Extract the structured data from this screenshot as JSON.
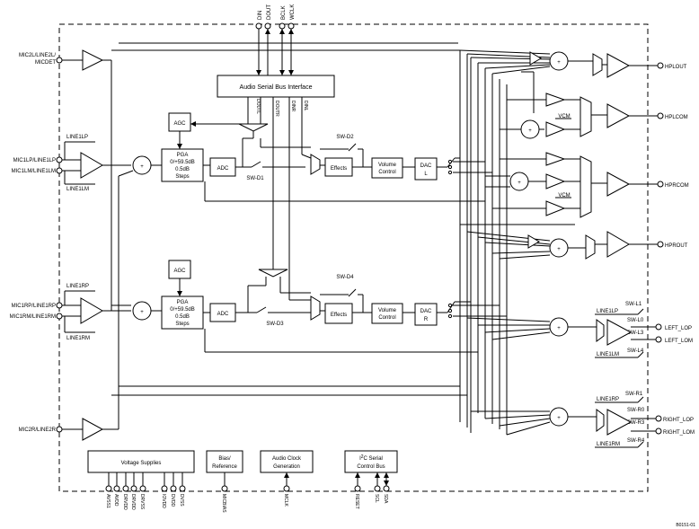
{
  "top_pins": {
    "din": "DIN",
    "dout": "DOUT",
    "bclk": "BCLK",
    "wclk": "WCLK"
  },
  "inputs": {
    "mic2l": [
      "MIC2L/LINE2L/",
      "MICDET"
    ],
    "line1lp_tap": "LINE1LP",
    "mic1lp": "MIC1LP/LINE1LP",
    "mic1lm": "MIC1LM/LINE1LM",
    "line1lm_tap": "LINE1LM",
    "line1rp_tap": "LINE1RP",
    "mic1rp": "MIC1RP/LINE1RP",
    "mic1rm": "MIC1RM/LINE1RM",
    "line1rm_tap": "LINE1RM",
    "mic2r": "MIC2R/LINE2R"
  },
  "blocks": {
    "asbi": "Audio Serial Bus Interface",
    "agc": "AGC",
    "pga": [
      "PGA",
      "0/+59.5dB",
      "0.5dB",
      "Steps"
    ],
    "adc": "ADC",
    "effects": "Effects",
    "volume": [
      "Volume",
      "Control"
    ],
    "dac_l": [
      "DAC",
      "L"
    ],
    "dac_r": [
      "DAC",
      "R"
    ],
    "voltage": "Voltage Supplies",
    "bias": [
      "Bias/",
      "Reference"
    ],
    "clock": [
      "Audio Clock",
      "Generation"
    ],
    "i2c": [
      "I",
      "2",
      "C Serial",
      "Control Bus"
    ]
  },
  "signals": {
    "doutl": "DOUTL",
    "doutr": "DOUTR",
    "dinr": "DINR",
    "dinl": "DINL"
  },
  "switches": {
    "sw_d1": "SW-D1",
    "sw_d2": "SW-D2",
    "sw_d3": "SW-D3",
    "sw_d4": "SW-D4"
  },
  "vcm": "VCM",
  "outputs": {
    "hplout": "HPLOUT",
    "hplcom": "HPLCOM",
    "hprcom": "HPRCOM",
    "hprout": "HPROUT",
    "left_lop": "LEFT_LOP",
    "left_lom": "LEFT_LOM",
    "right_lop": "RIGHT_LOP",
    "right_lom": "RIGHT_LOM"
  },
  "line_out_left": {
    "in_p": "LINE1LP",
    "in_m": "LINE1LM",
    "sw": [
      "SW-L1",
      "SW-L0",
      "SW-L3",
      "SW-L4"
    ]
  },
  "line_out_right": {
    "in_p": "LINE1RP",
    "in_m": "LINE1RM",
    "sw": [
      "SW-R1",
      "SW-R0",
      "SW-R3",
      "SW-R4"
    ]
  },
  "bottom_pins": {
    "supplies": [
      "AVSS1",
      "AVDD",
      "DRVDD",
      "DRVDD",
      "DRVSS",
      "IOVDD",
      "DVDD",
      "DVSS"
    ],
    "micbias": "MICBIAS",
    "mclk": "MCLK",
    "reset": "RESET",
    "scl": "SCL",
    "sda": "SDA"
  },
  "figure_id": "B0151-01"
}
